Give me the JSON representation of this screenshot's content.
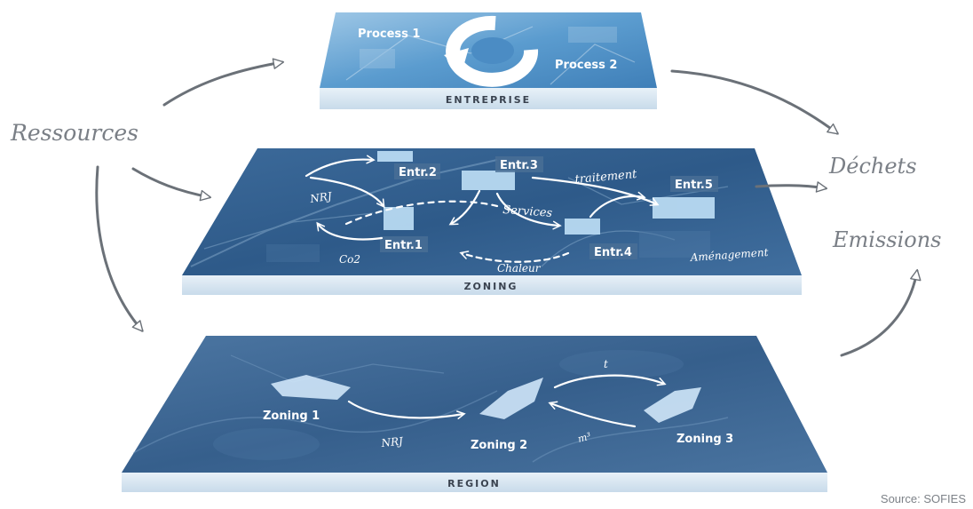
{
  "diagram": {
    "left_label": "Ressources",
    "right_labels": {
      "waste": "Déchets",
      "emissions": "Emissions"
    },
    "source": "Source: SOFIES",
    "layers": {
      "entreprise": {
        "name": "ENTREPRISE",
        "labels": {
          "process1": "Process 1",
          "process2": "Process 2"
        }
      },
      "zoning": {
        "name": "ZONING",
        "entities": {
          "e1": "Entr.1",
          "e2": "Entr.2",
          "e3": "Entr.3",
          "e4": "Entr.4",
          "e5": "Entr.5"
        },
        "flows": {
          "nrj": "NRJ",
          "co2": "Co2",
          "traitement": "traitement",
          "services": "Services",
          "chaleur": "Chaleur",
          "amenagement": "Aménagement"
        }
      },
      "region": {
        "name": "REGION",
        "zones": {
          "z1": "Zoning 1",
          "z2": "Zoning 2",
          "z3": "Zoning 3"
        },
        "flows": {
          "nrj": "NRJ",
          "t": "t",
          "m3": "m³"
        }
      }
    }
  }
}
